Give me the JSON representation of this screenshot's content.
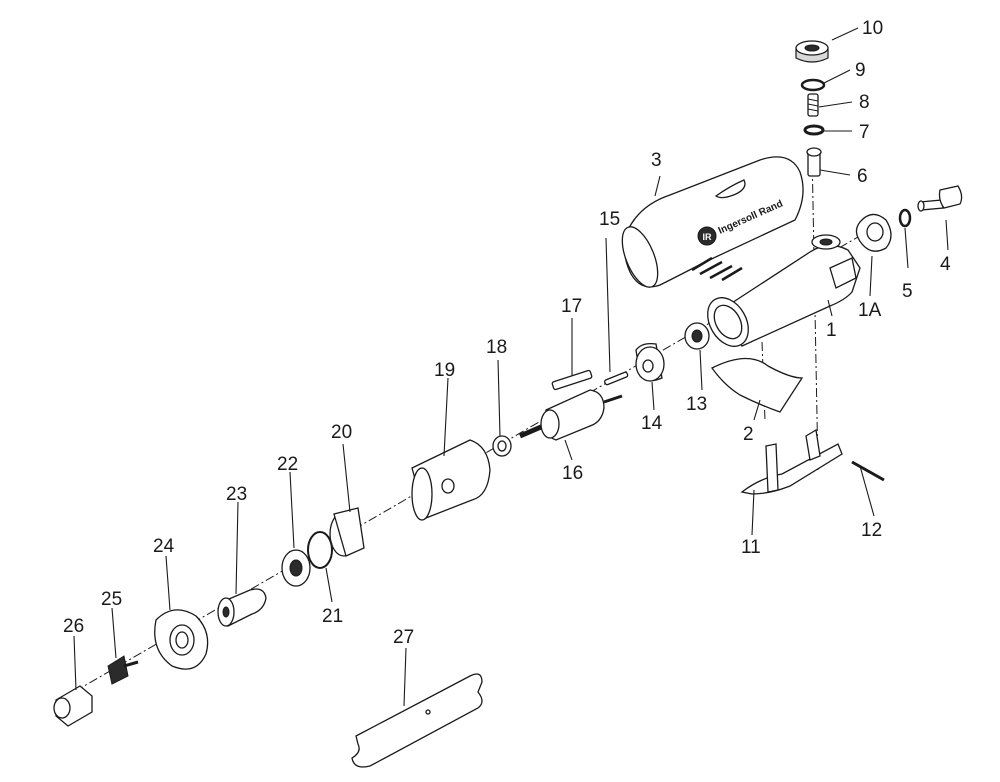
{
  "diagram": {
    "brand_text": "Ingersoll Rand",
    "brand_logo_text": "IR",
    "callouts": [
      "1",
      "1A",
      "2",
      "3",
      "4",
      "5",
      "6",
      "7",
      "8",
      "9",
      "10",
      "11",
      "12",
      "13",
      "14",
      "15",
      "16",
      "17",
      "18",
      "19",
      "20",
      "21",
      "22",
      "23",
      "24",
      "25",
      "26",
      "27"
    ]
  }
}
